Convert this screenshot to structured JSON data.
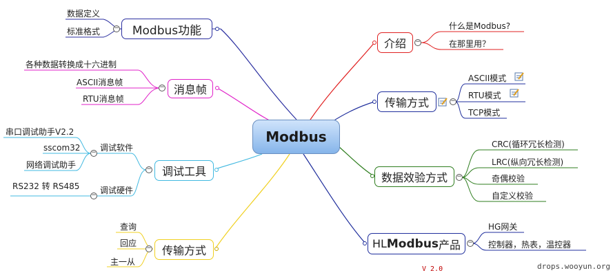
{
  "center": "Modbus",
  "left": {
    "func": {
      "label": "Modbus功能",
      "children": [
        "数据定义",
        "标准格式"
      ]
    },
    "msg": {
      "label": "消息帧",
      "children": [
        "各种数据转换成十六进制",
        "ASCII消息帧",
        "RTU消息帧"
      ]
    },
    "debug": {
      "label": "调试工具",
      "software": {
        "label": "调试软件",
        "children": [
          "串口调试助手V2.2",
          "sscom32",
          "网络调试助手"
        ]
      },
      "hardware": {
        "label": "调试硬件",
        "children": [
          "RS232 转 RS485"
        ]
      }
    },
    "trans": {
      "label": "传输方式",
      "children": [
        "查询",
        "回应",
        "主一从"
      ]
    }
  },
  "right": {
    "intro": {
      "label": "介绍",
      "children": [
        "什么是Modbus?",
        "在那里用？"
      ]
    },
    "trans": {
      "label": "传输方式",
      "children": [
        "ASCII模式",
        "RTU模式",
        "TCP模式"
      ]
    },
    "check": {
      "label": "数据效验方式",
      "children": [
        "CRC(循环冗长检测)",
        "LRC(纵向冗长检测)",
        "奇偶校验",
        "自定义校验"
      ]
    },
    "product": {
      "label_prefix": "HL",
      "label_bold": "Modbus",
      "label_suffix": "产品",
      "children": [
        "HG网关",
        "控制器，热表，温控器"
      ]
    }
  },
  "version": "V 2.0",
  "watermark": "drops.wooyun.org",
  "colors": {
    "func": "#2b2fa0",
    "msg": "#e020c8",
    "debug": "#40b8e0",
    "trans_left": "#f0d020",
    "intro": "#e02020",
    "trans_right": "#1f2e9c",
    "check": "#2e7d1e",
    "product": "#1f2e9c"
  },
  "icons": [
    "collapse-minus-icon",
    "expand-dot-icon",
    "note-icon"
  ]
}
